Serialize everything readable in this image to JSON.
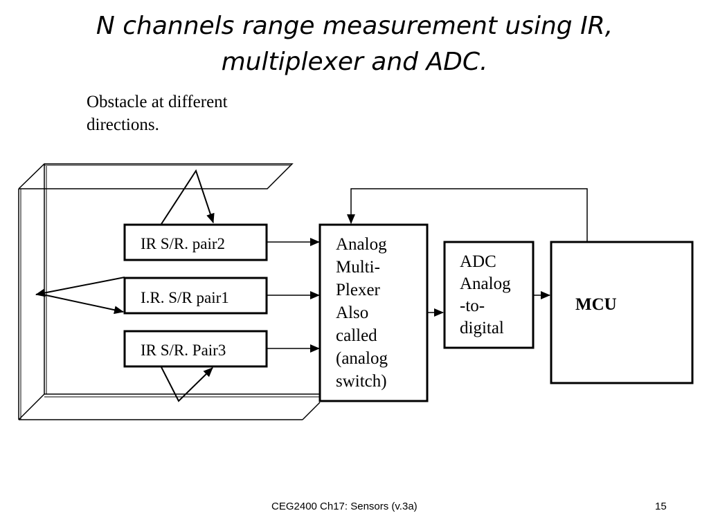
{
  "slide": {
    "title_line1": "N channels range measurement using IR,",
    "title_line2": "multiplexer and ADC.",
    "footer_text": "CEG2400 Ch17: Sensors  (v.3a)",
    "page_number": "15"
  },
  "diagram": {
    "caption_line1": "Obstacle at different",
    "caption_line2": "directions.",
    "sensors": [
      {
        "label": "IR S/R. pair2"
      },
      {
        "label": "I.R. S/R pair1"
      },
      {
        "label": "IR S/R. Pair3"
      }
    ],
    "mux_lines": [
      "Analog",
      "Multi-",
      "Plexer",
      "Also",
      "called",
      "(analog",
      "switch)"
    ],
    "adc_lines": [
      "ADC",
      "Analog",
      "-to-",
      "digital"
    ],
    "mcu_label": "MCU"
  }
}
